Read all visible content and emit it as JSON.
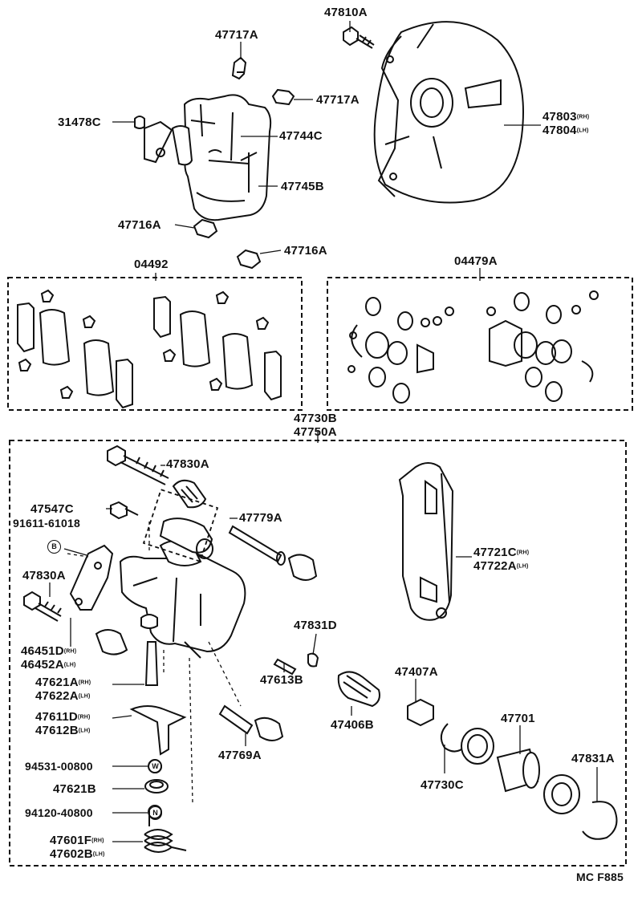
{
  "footer_code": "MC F885",
  "assembly_labels": [
    "47730B",
    "47750A"
  ],
  "kits": {
    "left": "04492",
    "right": "04479A"
  },
  "markers": {
    "b": "B",
    "w": "W",
    "n": "N"
  },
  "labels": {
    "p47810A": "47810A",
    "p47717A_top": "47717A",
    "p47717A_right": "47717A",
    "p31478C": "31478C",
    "p47744C": "47744C",
    "p47745B": "47745B",
    "p47716A_left": "47716A",
    "p47716A_right": "47716A",
    "p47803": "47803",
    "p47804": "47804",
    "p47830A_top": "47830A",
    "p47547C": "47547C",
    "p91611": "91611-61018",
    "p47779A": "47779A",
    "p47830A_left": "47830A",
    "p46451D": "46451D",
    "p46452A": "46452A",
    "p47621A": "47621A",
    "p47622A": "47622A",
    "p47611D": "47611D",
    "p47612B": "47612B",
    "p94531": "94531-00800",
    "p47621B": "47621B",
    "p94120": "94120-40800",
    "p47601F": "47601F",
    "p47602B": "47602B",
    "p47721C": "47721C",
    "p47722A": "47722A",
    "p47831D": "47831D",
    "p47613B": "47613B",
    "p47406B": "47406B",
    "p47407A": "47407A",
    "p47701": "47701",
    "p47730C": "47730C",
    "p47831A": "47831A",
    "p47769A": "47769A"
  },
  "side_marks": {
    "rh": "(RH)",
    "lh": "(LH)"
  }
}
